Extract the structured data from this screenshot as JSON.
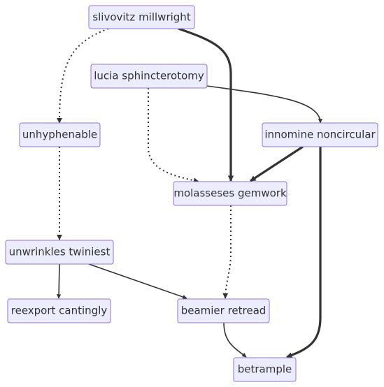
{
  "diagram": {
    "nodes": [
      {
        "id": "n1",
        "label": "slivovitz millwright"
      },
      {
        "id": "n2",
        "label": "lucia sphincterotomy"
      },
      {
        "id": "n3",
        "label": "unhyphenable"
      },
      {
        "id": "n4",
        "label": "innomine noncircular"
      },
      {
        "id": "n5",
        "label": "molasseses gemwork"
      },
      {
        "id": "n6",
        "label": "unwrinkles twiniest"
      },
      {
        "id": "n7",
        "label": "reexport cantingly"
      },
      {
        "id": "n8",
        "label": "beamier retread"
      },
      {
        "id": "n9",
        "label": "betrample"
      }
    ],
    "edges": [
      {
        "from": "n1",
        "to": "n3",
        "style": "dotted"
      },
      {
        "from": "n1",
        "to": "n5",
        "style": "thick"
      },
      {
        "from": "n2",
        "to": "n5",
        "style": "dotted"
      },
      {
        "from": "n2",
        "to": "n4",
        "style": "thin"
      },
      {
        "from": "n4",
        "to": "n5",
        "style": "thick"
      },
      {
        "from": "n4",
        "to": "n9",
        "style": "thick"
      },
      {
        "from": "n3",
        "to": "n6",
        "style": "dotted"
      },
      {
        "from": "n5",
        "to": "n8",
        "style": "dotted"
      },
      {
        "from": "n6",
        "to": "n7",
        "style": "thin"
      },
      {
        "from": "n6",
        "to": "n8",
        "style": "thin"
      },
      {
        "from": "n8",
        "to": "n9",
        "style": "thin"
      }
    ]
  }
}
